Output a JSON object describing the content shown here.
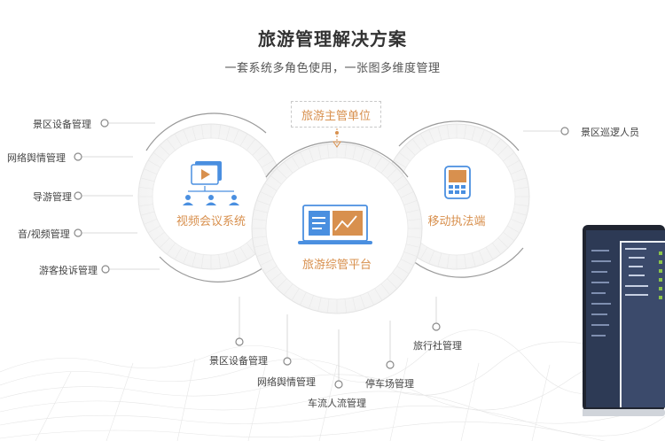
{
  "header": {
    "title": "旅游管理解决方案",
    "subtitle": "一套系统多角色使用，一张图多维度管理"
  },
  "top_node": {
    "label": "旅游主管单位"
  },
  "hubs": {
    "left": {
      "label": "视频会议系统",
      "icon": "video-conference-icon"
    },
    "center": {
      "label": "旅游综管平台",
      "icon": "monitor-chart-icon"
    },
    "right": {
      "label": "移动执法端",
      "icon": "mobile-terminal-icon"
    }
  },
  "left_items": [
    "景区设备管理",
    "网络舆情管理",
    "导游管理",
    "音/视频管理",
    "游客投诉管理"
  ],
  "right_items": [
    "景区巡逻人员"
  ],
  "bottom_items": [
    "景区设备管理",
    "网络舆情管理",
    "车流人流管理",
    "停车场管理",
    "旅行社管理"
  ],
  "colors": {
    "accent": "#d8904e",
    "blue": "#4a8fe0",
    "dark_panel": "#2d3a55"
  }
}
